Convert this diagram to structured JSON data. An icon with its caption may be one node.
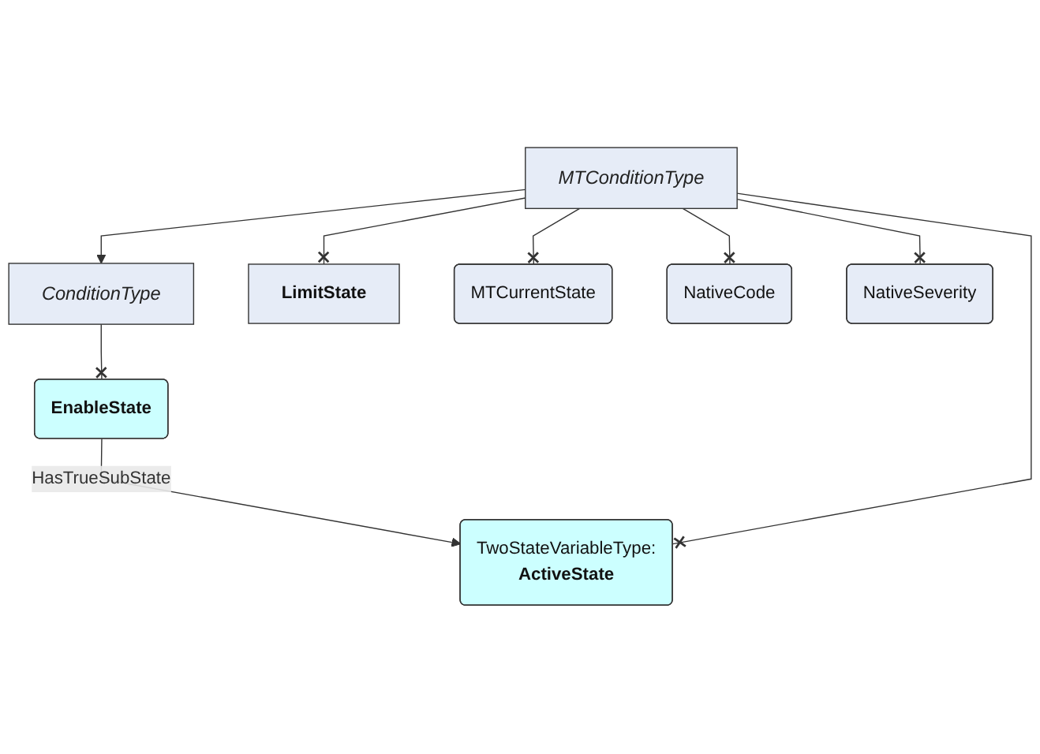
{
  "diagram": {
    "nodes": [
      {
        "text": [
          "ConditionType"
        ]
      },
      {
        "text": [
          "EnableState"
        ]
      },
      {
        "text": [
          "MTConditionType"
        ]
      },
      {
        "text": [
          "TwoStateVariableType:",
          "ActiveState"
        ]
      },
      {
        "text": [
          "LimitState"
        ]
      },
      {
        "text": [
          "MTCurrentState"
        ]
      },
      {
        "text": [
          "NativeCode"
        ]
      },
      {
        "text": [
          "NativeSeverity"
        ]
      }
    ],
    "edges": [
      {
        "from": 2,
        "to": 0,
        "arrow": "to"
      },
      {
        "from": 0,
        "to": 1,
        "arrow": "other"
      },
      {
        "from": 1,
        "to": 3,
        "arrow": "to",
        "label": "HasTrueSubState"
      },
      {
        "from": 2,
        "to": 3,
        "arrow": "other"
      },
      {
        "from": 2,
        "to": 4,
        "arrow": "other"
      },
      {
        "from": 2,
        "to": 5,
        "arrow": "other"
      },
      {
        "from": 2,
        "to": 6,
        "arrow": "other"
      },
      {
        "from": 2,
        "to": 7,
        "arrow": "other"
      }
    ]
  }
}
